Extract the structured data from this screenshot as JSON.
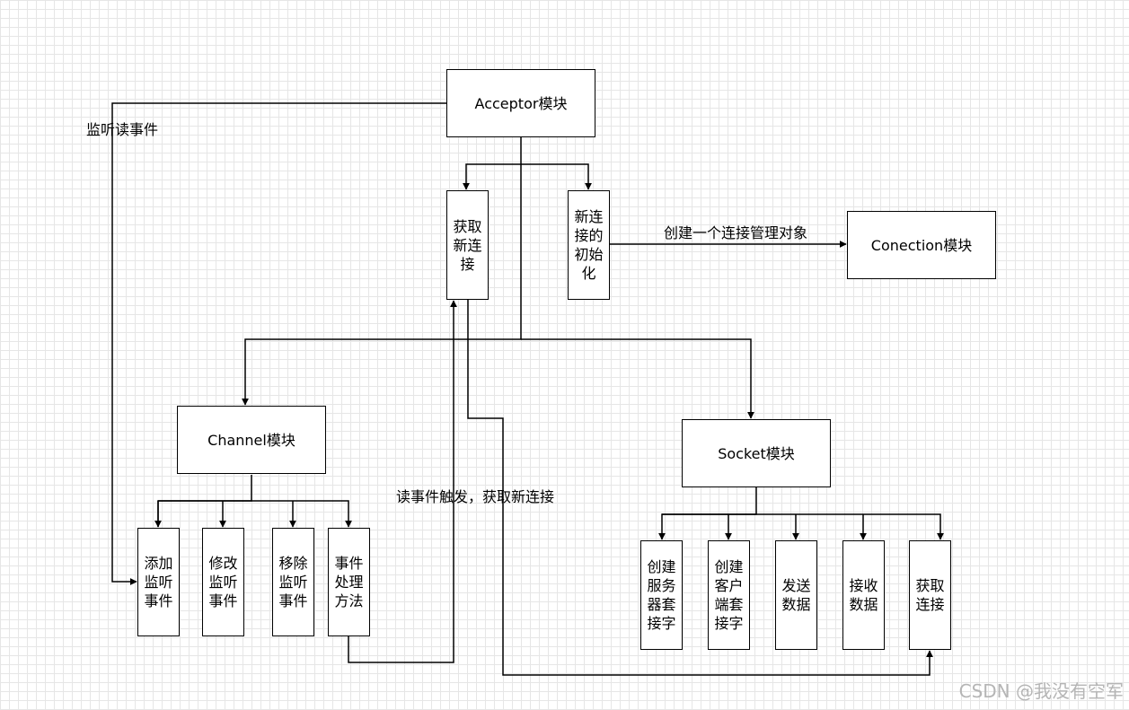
{
  "nodes": {
    "acceptor": "Acceptor模块",
    "conection": "Conection模块",
    "channel": "Channel模块",
    "socket": "Socket模块",
    "get_new_conn": "获取新连接",
    "new_conn_init": "新连接的初始化",
    "add_listen": "添加监听事件",
    "modify_listen": "修改监听事件",
    "remove_listen": "移除监听事件",
    "event_handler": "事件处理方法",
    "create_server_socket": "创建服务器套接字",
    "create_client_socket": "创建客户端套接字",
    "send_data": "发送数据",
    "recv_data": "接收数据",
    "get_conn": "获取连接"
  },
  "edge_labels": {
    "listen_read": "监听读事件",
    "create_manager": "创建一个连接管理对象",
    "read_trigger": "读事件触发，获取新连接"
  },
  "watermark": "CSDN @我没有空军",
  "colors": {
    "line": "#000000",
    "grid": "#e6e6e6",
    "watermark": "#b5b5b5"
  }
}
